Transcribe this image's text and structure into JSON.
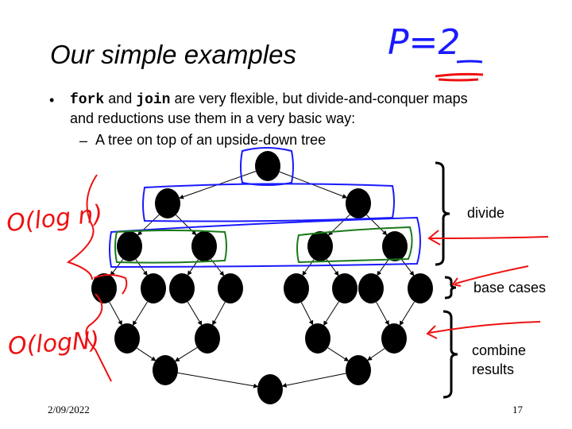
{
  "title": "Our simple examples",
  "bullet": {
    "fork": "fork",
    "and": " and ",
    "join": "join",
    "rest1": " are very flexible, but divide-and-conquer maps",
    "line2": "and reductions use them in a very basic way:",
    "sub": "A tree on top of an upside-down tree"
  },
  "labels": {
    "divide": "divide",
    "base_cases": "base cases",
    "combine_line1": "combine",
    "combine_line2": "results"
  },
  "footer": {
    "date": "2/09/2022",
    "page": "17"
  },
  "annotations": {
    "p_equals": "P=2",
    "upper_complexity": "O(log n)",
    "lower_complexity": "O(logN)"
  },
  "colors": {
    "pen_blue": "#1a1aff",
    "pen_red": "#ee1111",
    "pen_green": "#1a7a1a"
  }
}
